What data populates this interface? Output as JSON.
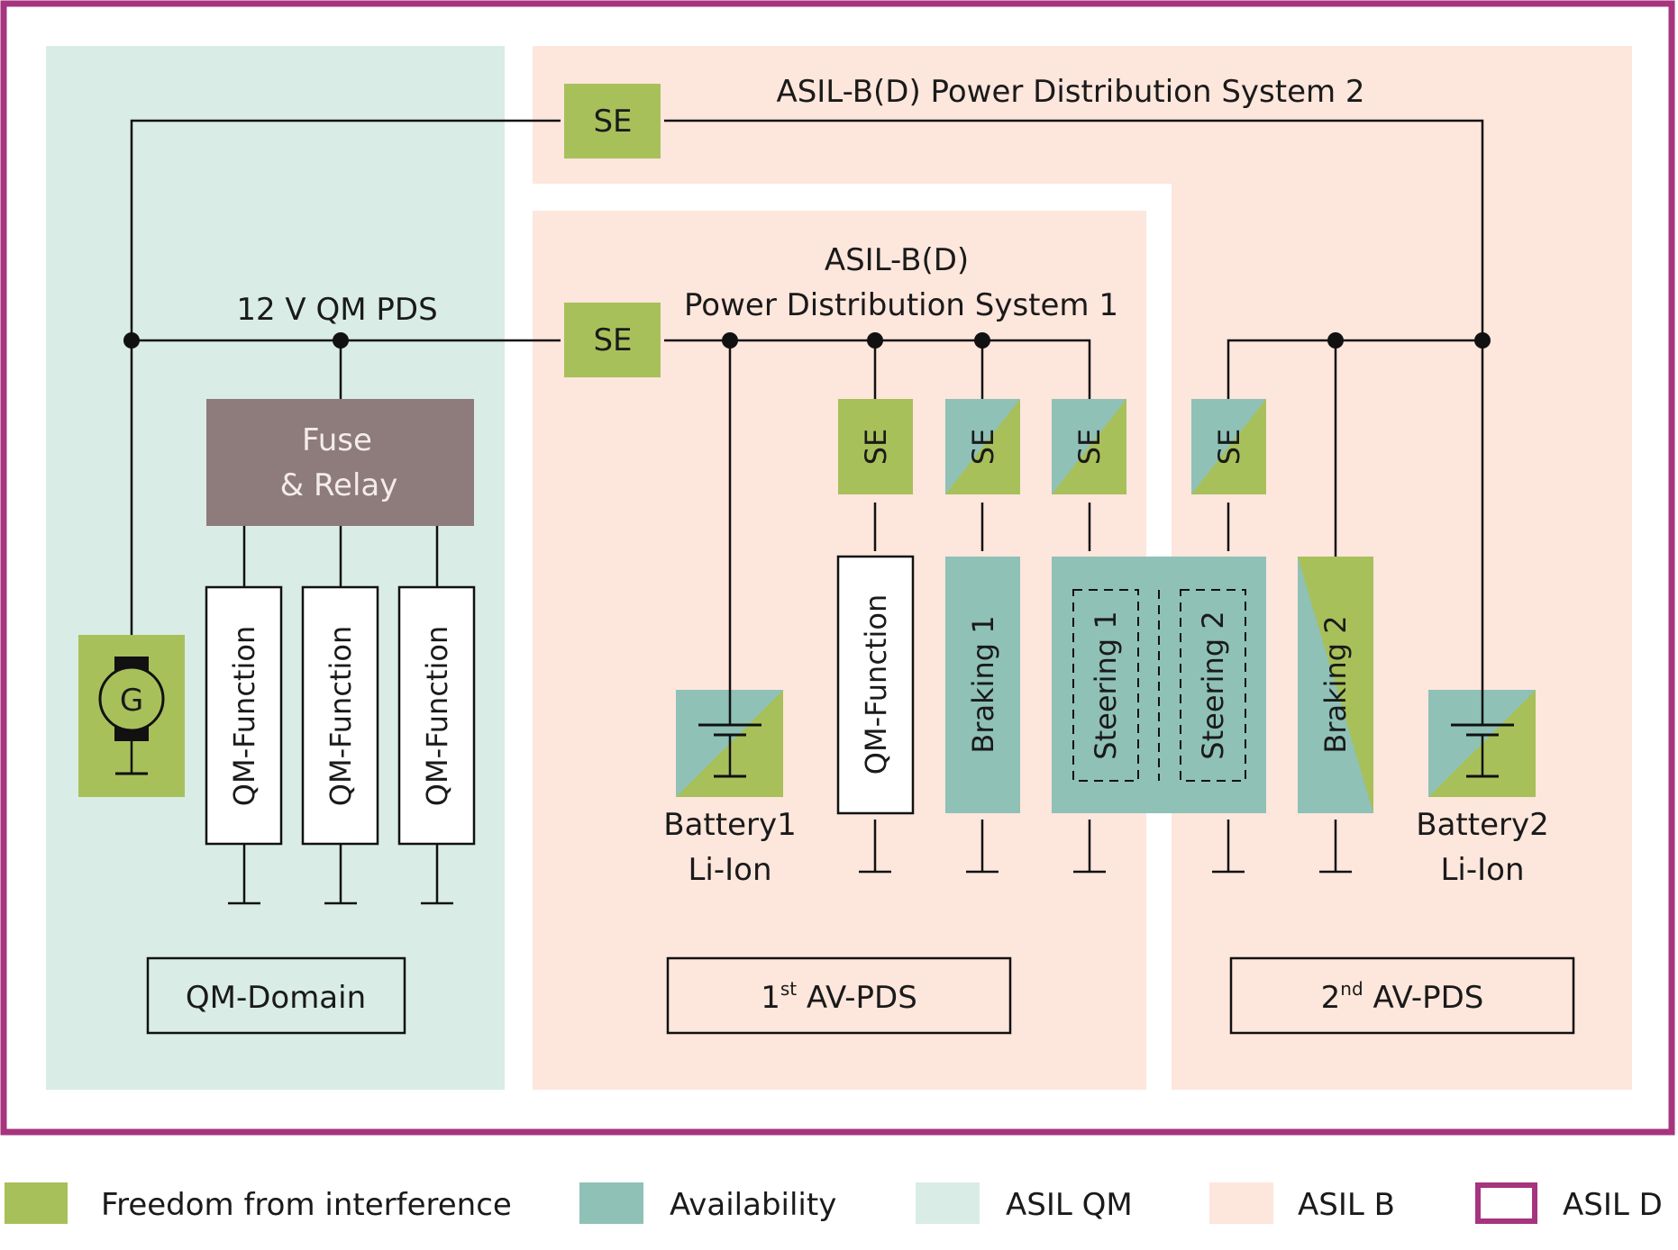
{
  "colors": {
    "asil_d_frame": "#a6347f",
    "asil_qm": "#d9ece6",
    "asil_b": "#fde6dc",
    "freedom_from_interference": "#a8c05a",
    "availability": "#8fc1b6",
    "fuse_relay": "#8e7b7b",
    "line": "#111111"
  },
  "buses": {
    "qm_pds_label": "12 V QM PDS",
    "pds1_label_line1": "ASIL-B(D)",
    "pds1_label_line2": "Power Distribution System 1",
    "pds2_label": "ASIL-B(D) Power Distribution System 2"
  },
  "components": {
    "se_label": "SE",
    "generator_label": "G",
    "fuse_relay_line1": "Fuse",
    "fuse_relay_line2": "& Relay",
    "qm_function": "QM-Function",
    "braking1": "Braking 1",
    "braking2": "Braking 2",
    "steering1": "Steering 1",
    "steering2": "Steering 2",
    "battery1_line1": "Battery1",
    "battery1_line2": "Li-Ion",
    "battery2_line1": "Battery2",
    "battery2_line2": "Li-Ion"
  },
  "domains": {
    "qm": "QM-Domain",
    "av1_num": "1",
    "av1_sup": "st",
    "av1_rest": " AV-PDS",
    "av2_num": "2",
    "av2_sup": "nd",
    "av2_rest": " AV-PDS"
  },
  "legend": [
    {
      "label": "Freedom from interference",
      "swatch": "freedom_from_interference"
    },
    {
      "label": "Availability",
      "swatch": "availability"
    },
    {
      "label": "ASIL QM",
      "swatch": "asil_qm"
    },
    {
      "label": "ASIL B",
      "swatch": "asil_b"
    },
    {
      "label": "ASIL D",
      "swatch": "asil_d_outline"
    }
  ]
}
